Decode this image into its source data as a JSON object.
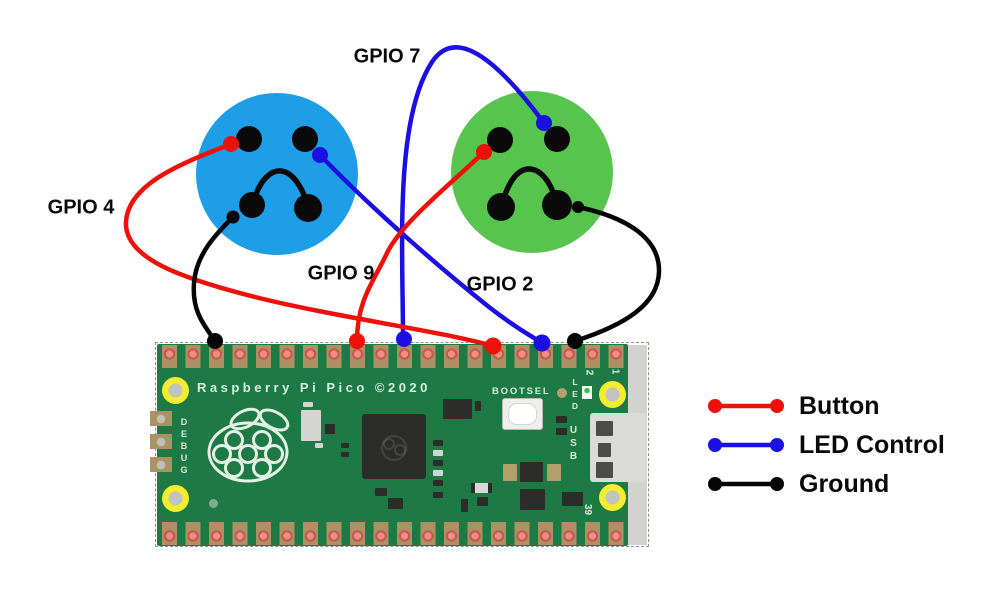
{
  "diagram": {
    "background": "#ffffff",
    "wire_labels": [
      {
        "text": "GPIO 4",
        "wire_type": "button"
      },
      {
        "text": "GPIO 7",
        "wire_type": "led-control"
      },
      {
        "text": "GPIO 9",
        "wire_type": "button"
      },
      {
        "text": "GPIO 2",
        "wire_type": "led-control"
      }
    ]
  },
  "legend": {
    "items": [
      {
        "label": "Button",
        "color": "#ee1009"
      },
      {
        "label": "LED Control",
        "color": "#1c0fe1"
      },
      {
        "label": "Ground",
        "color": "#050505"
      }
    ]
  },
  "board": {
    "title": "Raspberry Pi Pico ©2020",
    "bootsel_label": "BOOTSEL",
    "debug_label": "DEBUG",
    "usb_label": "USB",
    "led_label": "LED",
    "pin_labels": {
      "pin1": "1",
      "pin2": "2",
      "pin39": "39"
    }
  },
  "colors": {
    "button_wire": "#ee1009",
    "led_wire": "#1c0fe1",
    "ground_wire": "#050505",
    "arcade_blue": "#1e9ee6",
    "arcade_green": "#57c44e",
    "pcb_green": "#1e7a45",
    "pad_tan": "#ac9164",
    "pad_hole_pink": "#e5837b",
    "mount_hole_yellow": "#f2ee2f",
    "silkscreen": "#d9eddb"
  }
}
